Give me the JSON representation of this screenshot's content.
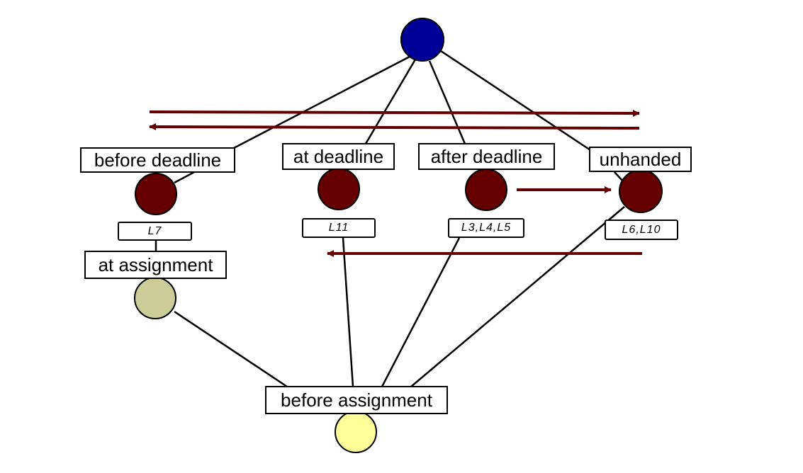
{
  "colors": {
    "top_node": "#000099",
    "state_node": "#660000",
    "arrow": "#660000",
    "at_assignment_node": "#cccc99",
    "before_assignment_node": "#ffff99",
    "edge": "#000000"
  },
  "nodes": {
    "before_deadline": {
      "label": "before deadline",
      "tag": "L7"
    },
    "at_deadline": {
      "label": "at deadline",
      "tag": "L11"
    },
    "after_deadline": {
      "label": "after deadline",
      "tag": "L3,L4,L5"
    },
    "unhanded": {
      "label": "unhanded",
      "tag": "L6,L10"
    },
    "at_assignment": {
      "label": "at assignment"
    },
    "before_assignment": {
      "label": "before assignment"
    }
  }
}
